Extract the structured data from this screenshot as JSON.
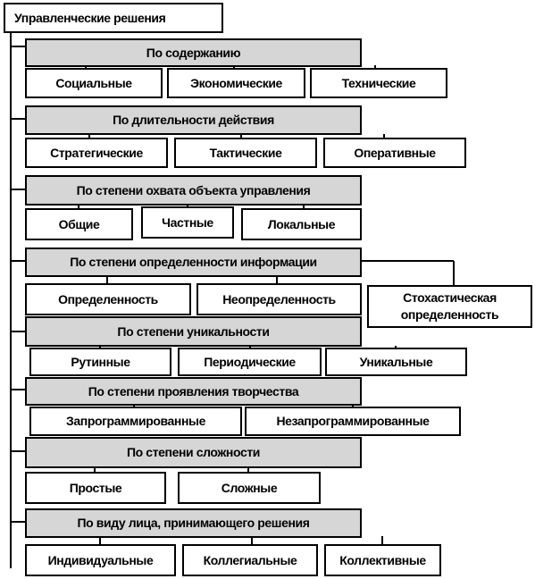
{
  "root": "Управленческие решения",
  "categories": [
    {
      "title": "По содержанию",
      "items": [
        "Социальные",
        "Экономические",
        "Технические"
      ]
    },
    {
      "title": "По длительности действия",
      "items": [
        "Стратегические",
        "Тактические",
        "Оперативные"
      ]
    },
    {
      "title": "По степени охвата объекта управления",
      "items": [
        "Общие",
        "Частные",
        "Локальные"
      ]
    },
    {
      "title": "По степени определенности информации",
      "items": [
        "Определенность",
        "Неопределенность",
        "Стохастическая определенность"
      ]
    },
    {
      "title": "По степени уникальности",
      "items": [
        "Рутинные",
        "Периодические",
        "Уникальные"
      ]
    },
    {
      "title": "По степени проявления творчества",
      "items": [
        "Запрограммированные",
        "Незапрограммированные"
      ]
    },
    {
      "title": "По степени сложности",
      "items": [
        "Простые",
        "Сложные"
      ]
    },
    {
      "title": "По виду лица, принимающего решения",
      "items": [
        "Индивидуальные",
        "Коллегиальные",
        "Коллективные"
      ]
    }
  ]
}
